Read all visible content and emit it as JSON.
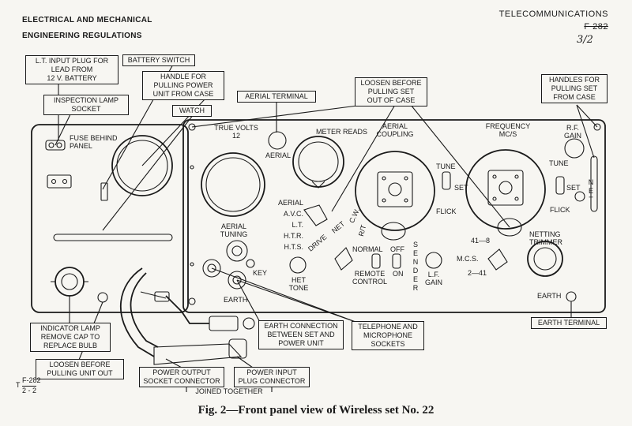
{
  "header": {
    "left_line1": "ELECTRICAL AND MECHANICAL",
    "left_line2": "ENGINEERING   REGULATIONS",
    "right_line1": "TELECOMMUNICATIONS",
    "right_line2": "F 282",
    "right_line3": "3/2"
  },
  "caption": "Fig. 2—Front panel view of Wireless set No. 22",
  "footer_ref": {
    "prefix": "T",
    "numerator": "F-282",
    "denominator": "2 - 2"
  },
  "callouts": {
    "lt_input_plug": "L.T. INPUT PLUG FOR\nLEAD FROM\n12 V. BATTERY",
    "battery_switch": "BATTERY SWITCH",
    "handle_power_unit": "HANDLE FOR\nPULLING POWER\nUNIT FROM CASE",
    "inspection_lamp": "INSPECTION LAMP\nSOCKET",
    "watch": "WATCH",
    "aerial_terminal": "AERIAL TERMINAL",
    "loosen_set": "LOOSEN BEFORE\nPULLING SET\nOUT OF CASE",
    "handles_set": "HANDLES FOR\nPULLING SET\nFROM CASE",
    "indicator_lamp": "INDICATOR LAMP\nREMOVE CAP TO\nREPLACE BULB",
    "loosen_unit": "LOOSEN BEFORE\nPULLING UNIT OUT",
    "earth_connection": "EARTH CONNECTION\nBETWEEN SET AND\nPOWER UNIT",
    "telephone_sockets": "TELEPHONE AND\nMICROPHONE\nSOCKETS",
    "power_output": "POWER OUTPUT\nSOCKET CONNECTOR",
    "power_input": "POWER INPUT\nPLUG CONNECTOR",
    "joined_together": "JOINED TOGETHER",
    "earth_terminal": "EARTH TERMINAL"
  },
  "panel_labels": {
    "fuse": "FUSE BEHIND\nPANEL",
    "true_volts": "TRUE VOLTS\n12",
    "aerial": "AERIAL",
    "meter_reads": "METER READS",
    "aerial_coupling": "AERIAL\nCOUPLING",
    "frequency": "FREQUENCY\nMC/S",
    "rf_gain": "R.F.\nGAIN",
    "tune_left": "TUNE",
    "set_left": "SET",
    "flick_left": "FLICK",
    "tune_right": "TUNE",
    "set_right": "SET",
    "flick_right": "FLICK",
    "net_vertical": "N\nE\nT",
    "meter_switch": "AERIAL\nA.V.C.\nL.T.\nH.T.R.\nH.T.S.",
    "drive": "DRIVE",
    "mode_net": "NET",
    "mode_cw": "C.W.",
    "mode_rt": "R/T",
    "aerial_tuning": "AERIAL\nTUNING",
    "key": "KEY",
    "het_tone": "HET\nTONE",
    "earth_panel": "EARTH",
    "normal": "NORMAL",
    "off": "OFF",
    "on": "ON",
    "remote_control": "REMOTE\nCONTROL",
    "sender_vertical": "S\nE\nN\nD\nE\nR",
    "lf_gain": "L.F.\nGAIN",
    "netting_trimmer": "NETTING\nTRIMMER",
    "band_41_8": "41—8",
    "mcs": "M.C.S.",
    "band_2_41": "2—41",
    "earth_right": "EARTH"
  }
}
